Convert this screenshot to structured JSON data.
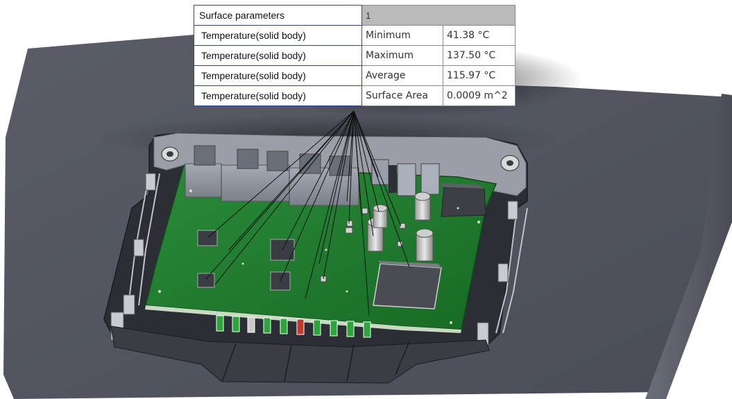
{
  "table": {
    "header": {
      "label": "Surface parameters",
      "value": "1"
    },
    "rows": [
      {
        "parameter": "Temperature(solid body)",
        "type": "Minimum",
        "value": "41.38 °C"
      },
      {
        "parameter": "Temperature(solid body)",
        "type": "Maximum",
        "value": "137.50 °C"
      },
      {
        "parameter": "Temperature(solid body)",
        "type": "Average",
        "value": "115.97 °C"
      },
      {
        "parameter": "Temperature(solid body)",
        "type": "Surface Area",
        "value": "0.0009 m^2"
      }
    ]
  },
  "colors": {
    "base_plate": "#50535e",
    "base_side": "#3e4049",
    "housing": "#2a2c33",
    "pcb": "#1e7d2e",
    "gray_part": "#8a8e99"
  }
}
